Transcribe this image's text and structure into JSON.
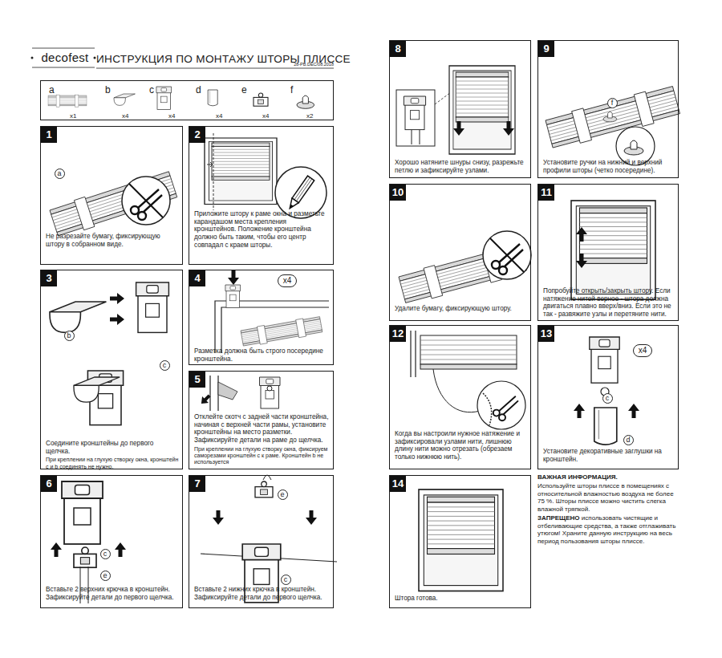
{
  "diagram": {
    "title": "ИНСТРУКЦИЯ ПО МОНТАЖУ ШТОРЫ ПЛИССЕ",
    "nodes": [
      {
        "text": [
          "a",
          "x1",
          "b",
          "x4",
          "c",
          "x4",
          "d",
          "x4",
          "e",
          "x4",
          "f",
          "x2"
        ]
      },
      {
        "text": [
          "1",
          "Не разрезайте бумагу, фиксирующую штору в собранном виде."
        ]
      },
      {
        "text": [
          "2",
          "Приложите штору к раме окна и разметьте карандашом места крепления кронштейнов. Положение кронштейна должно быть таким, чтобы его центр совпадал с краем шторы."
        ]
      },
      {
        "text": [
          "3",
          "Соедините кронштейны до первого щелчка.",
          "При креплении на глухую створку окна, кронштейн c и b соединять не нужно."
        ]
      },
      {
        "text": [
          "4",
          "Разметка должна быть строго посередине кронштейна."
        ]
      },
      {
        "text": [
          "5",
          "Отклейте скотч с задней части кронштейна, начиная с верхней части рамы, установите кронштейны на место разметки. Зафиксируйте детали на раме до щелчка.",
          "При креплении на глухую створку окна, фиксируем саморезами кронштейн c к раме. Кронштейн b не используется"
        ]
      },
      {
        "text": [
          "6",
          "Вставьте 2 верхних крючка в кронштейн. Зафиксируйте детали до первого щелчка."
        ]
      },
      {
        "text": [
          "7",
          "Вставьте 2 нижних крючка в кронштейн. Зафиксируйте детали до первого щелчка."
        ]
      },
      {
        "text": [
          "8",
          "Хорошо натяните шнуры снизу, разрежьте петлю и зафиксируйте узлами."
        ]
      },
      {
        "text": [
          "9",
          "Установите ручки на нижний и верхний профили шторы (четко посередине)."
        ]
      },
      {
        "text": [
          "10",
          "Удалите бумагу, фиксирующую штору."
        ]
      },
      {
        "text": [
          "11",
          "Попробуйте открыть/закрыть штору. Если натяжение нитей верное - штора должна двигаться плавно вверх/вниз. Если это не так - развяжите узлы и перетяните нити."
        ]
      },
      {
        "text": [
          "12",
          "Когда вы настроили нужное натяжение и зафиксировали узлами нити, лишнюю длину нити можно отрезать (обрезаем только нижнюю нить)."
        ]
      },
      {
        "text": [
          "13",
          "Установите декоративные заглушки на кронштейн."
        ]
      },
      {
        "text": [
          "14",
          "Штора готова."
        ]
      }
    ],
    "labels": [
      "decofest",
      "28-PB.DEC/08.2018",
      "a",
      "b",
      "c",
      "x4",
      "c",
      "e",
      "e",
      "c",
      "f",
      "x4",
      "c",
      "d",
      "ВАЖНАЯ ИНФОРМАЦИЯ.",
      "Используйте шторы плиссе в помещениях с относительной влажностью воздуха не более 75 %. Шторы плиссе можно чистить слегка влажной тряпкой.",
      "ЗАПРЕЩЕНО",
      "использовать чистящие и отбеливающие средства, а также отглаживать утюгом! Храните данную инструкцию на весь период пользования шторы плиссе."
    ]
  }
}
